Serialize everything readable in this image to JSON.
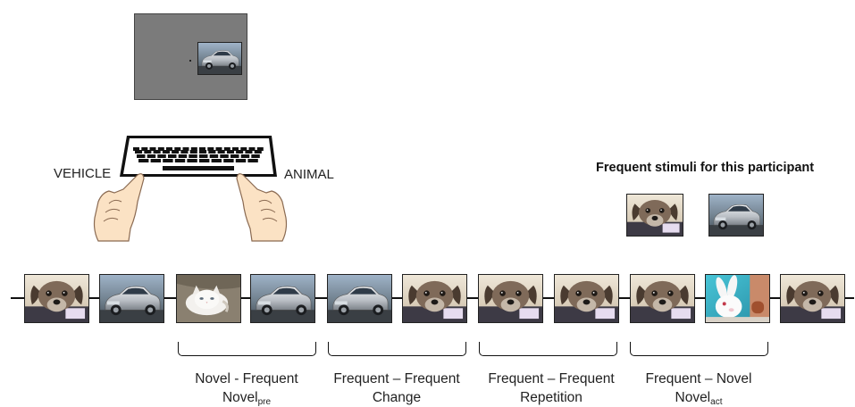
{
  "labels": {
    "left_key": "VEHICLE",
    "right_key": "ANIMAL"
  },
  "frequent": {
    "title": "Frequent stimuli for this participant"
  },
  "sequence": [
    "dog",
    "car",
    "cat",
    "car",
    "car",
    "dog",
    "dog",
    "dog",
    "dog",
    "rabbit",
    "dog"
  ],
  "conditions": [
    {
      "line1": "Novel - Frequent",
      "line2_main": "Novel",
      "line2_sub": "pre"
    },
    {
      "line1": "Frequent – Frequent",
      "line2_main": "Change",
      "line2_sub": ""
    },
    {
      "line1": "Frequent – Frequent",
      "line2_main": "Repetition",
      "line2_sub": ""
    },
    {
      "line1": "Frequent – Novel",
      "line2_main": "Novel",
      "line2_sub": "act"
    }
  ]
}
